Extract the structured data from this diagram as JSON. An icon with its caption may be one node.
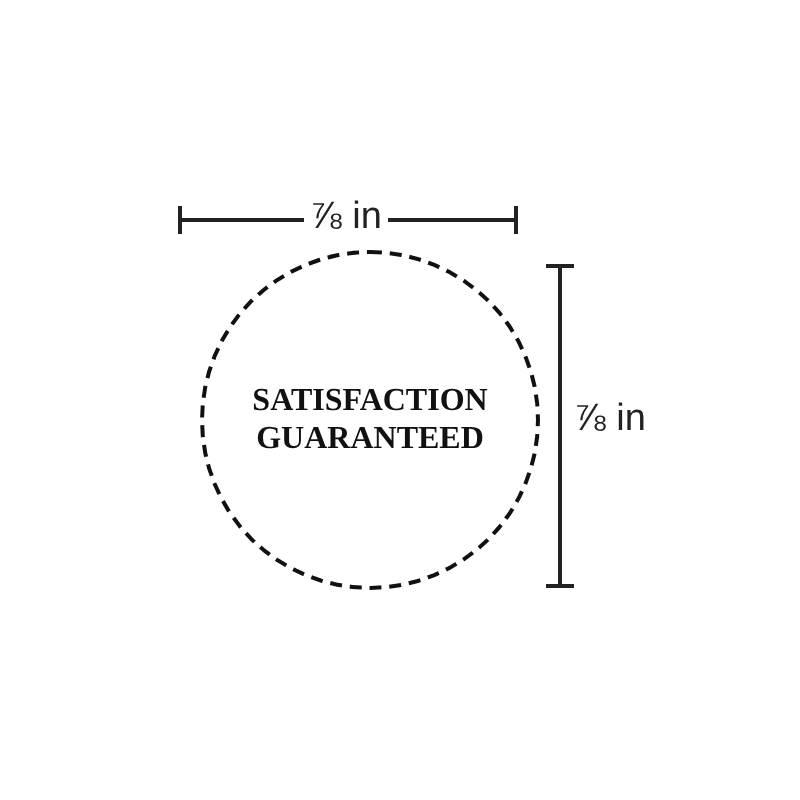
{
  "diagram": {
    "nodes": [
      {
        "text": [
          "SATISFACTION GUARANTEED"
        ]
      }
    ],
    "labels": [
      "⅞ in",
      "⅞ in"
    ]
  }
}
